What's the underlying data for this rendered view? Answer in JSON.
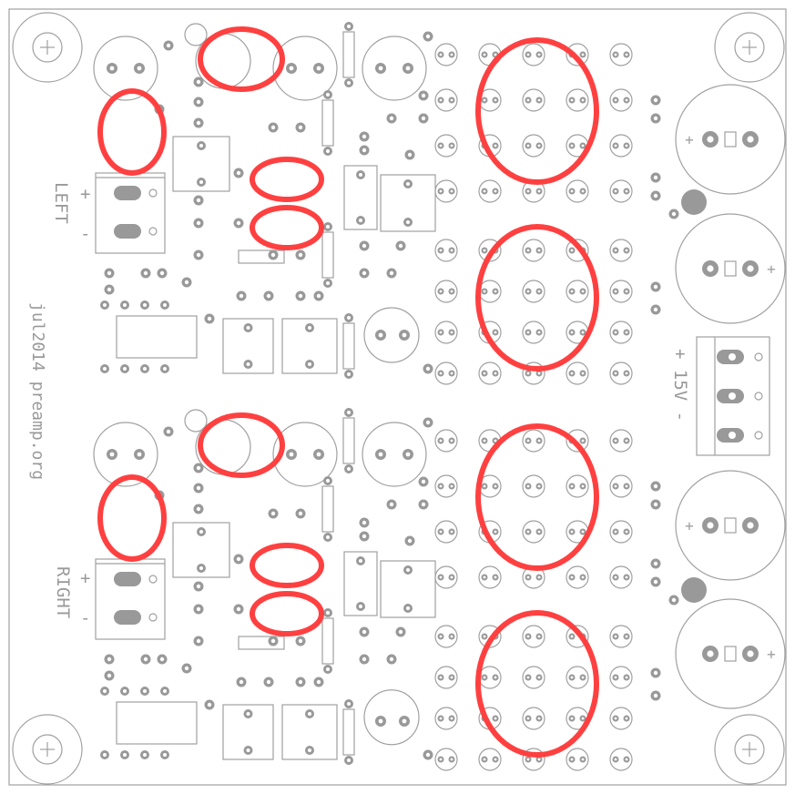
{
  "board": {
    "credit": "jul2014 preamp.org",
    "power_label": "+ 15V -",
    "channels": [
      {
        "name": "LEFT",
        "plus": "+",
        "minus": "-"
      },
      {
        "name": "RIGHT",
        "plus": "+",
        "minus": "-"
      }
    ]
  },
  "colors": {
    "silkscreen": "#a0a0a0",
    "pad": "#999999",
    "highlight": "#ff4040",
    "background": "#ffffff"
  }
}
